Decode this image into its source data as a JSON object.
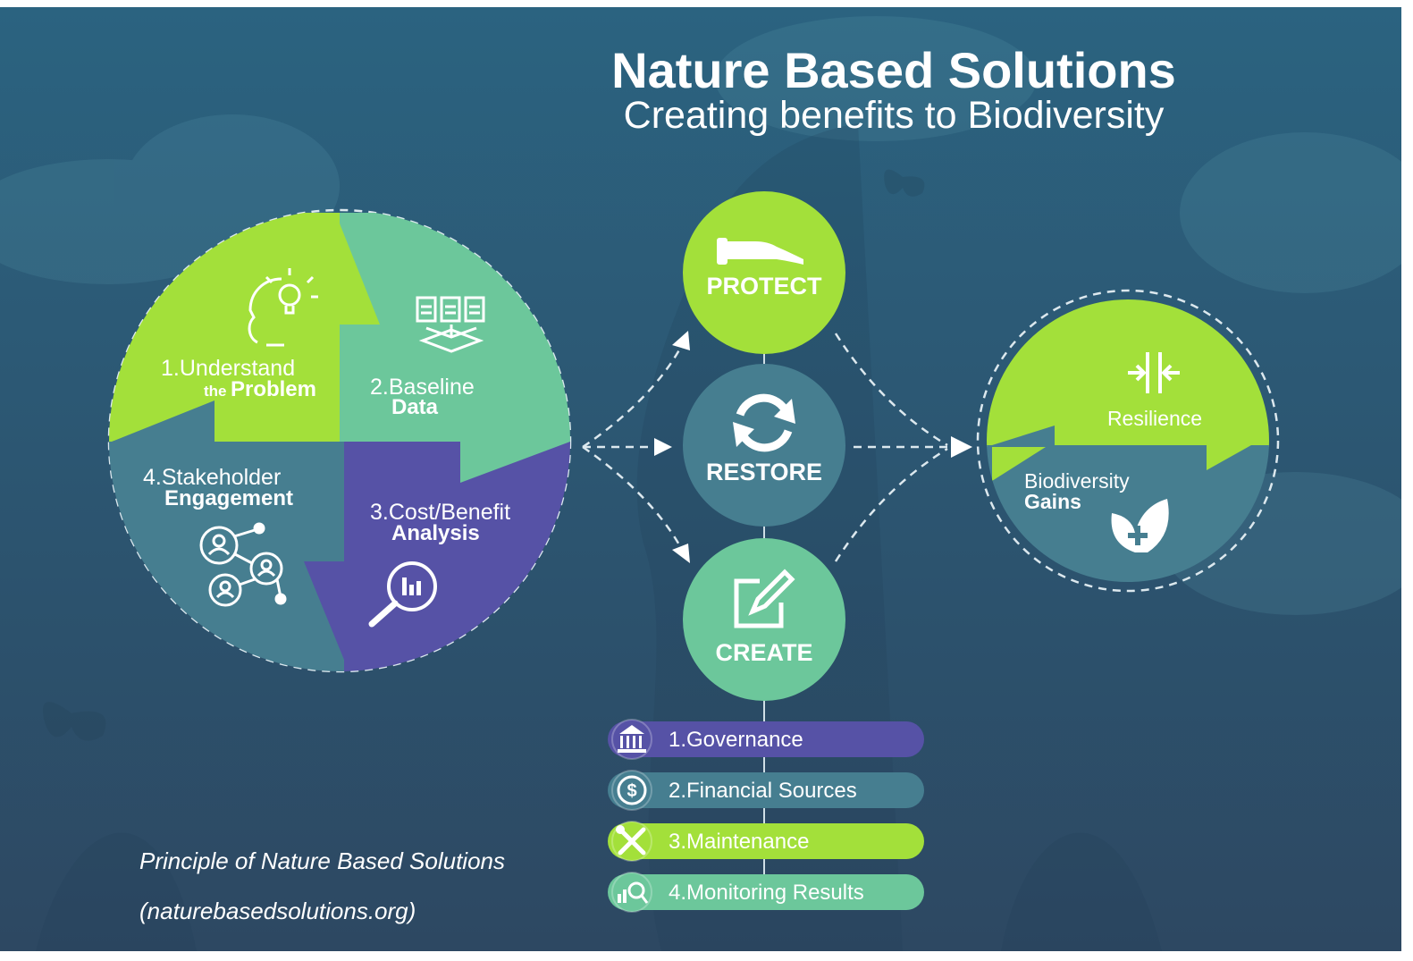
{
  "title": "Nature Based Solutions",
  "subtitle": "Creating benefits to Biodiversity",
  "colors": {
    "background": "#2d5168",
    "lime": "#a3e03a",
    "mint": "#6cc79b",
    "purple": "#5652a6",
    "teal": "#467e90",
    "white": "#ffffff"
  },
  "cycle": {
    "q1": {
      "num": "1.",
      "text": "Understand",
      "pre": "the",
      "bold": "Problem",
      "icon": "idea-head-icon"
    },
    "q2": {
      "num": "2.",
      "text": "Baseline",
      "bold": "Data",
      "icon": "documents-tray-icon"
    },
    "q3": {
      "num": "3.",
      "text": "Cost/Benefit",
      "bold": "Analysis",
      "icon": "magnifier-chart-icon"
    },
    "q4": {
      "num": "4.",
      "text": "Stakeholder",
      "bold": "Engagement",
      "icon": "people-network-icon"
    }
  },
  "actions": {
    "protect": {
      "label": "PROTECT",
      "icon": "protecting-hand-icon"
    },
    "restore": {
      "label": "RESTORE",
      "icon": "refresh-arrows-icon"
    },
    "create": {
      "label": "CREATE",
      "icon": "edit-pencil-icon"
    }
  },
  "outcome": {
    "resilience": {
      "label": "Resilience",
      "icon": "compress-arrows-icon"
    },
    "gains": {
      "line1": "Biodiversity",
      "line2": "Gains",
      "icon": "leaf-plus-icon"
    }
  },
  "steps": [
    {
      "label": "1.Governance",
      "icon": "building-icon"
    },
    {
      "label": "2.Financial Sources",
      "icon": "dollar-icon"
    },
    {
      "label": "3.Maintenance",
      "icon": "tools-icon"
    },
    {
      "label": "4.Monitoring Results",
      "icon": "chart-search-icon"
    }
  ],
  "caption": {
    "line1": "Principle of Nature Based Solutions",
    "line2": "(naturebasedsolutions.org)"
  }
}
